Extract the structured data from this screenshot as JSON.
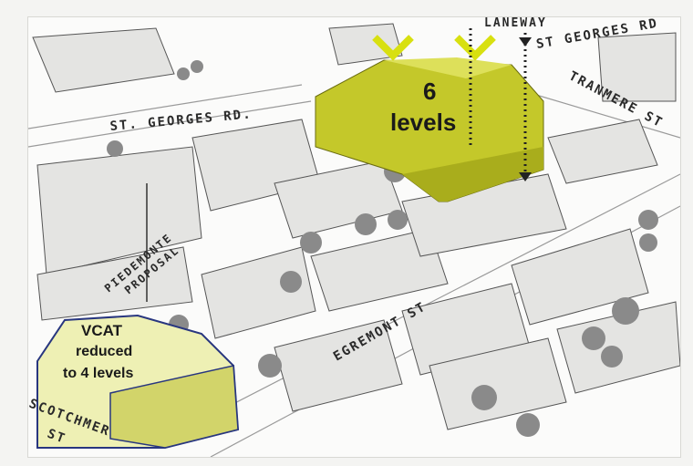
{
  "labels": {
    "laneway": "LANEWAY",
    "st_georges_rd_top": "ST GEORGES RD",
    "st_georges_rd_left": "ST. GEORGES RD.",
    "tranmere_st": "TRANMERE ST",
    "piedemonte_line1": "PIEDEMONTE",
    "piedemonte_line2": "PROPOSAL",
    "egremont_st": "EGREMONT ST",
    "scotchmer_line1": "SCOTCHMER",
    "scotchmer_line2": "ST"
  },
  "proposal_6": {
    "line1": "6",
    "line2": "levels"
  },
  "vcat": {
    "line1": "VCAT",
    "line2": "reduced",
    "line3": "to 4 levels"
  },
  "colors": {
    "highlight": "#c4c82a",
    "vcat_fill": "#eef0b4",
    "vcat_outline": "#28367f",
    "building": "#e2e2e0"
  }
}
